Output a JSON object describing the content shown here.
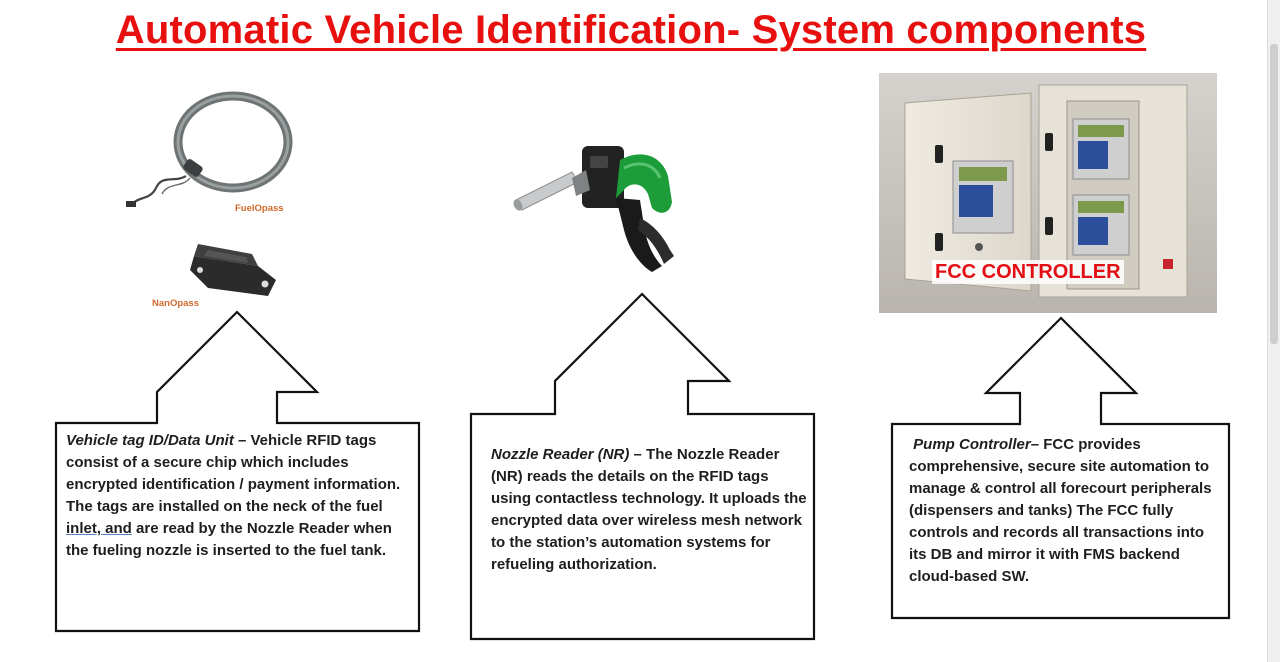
{
  "title": "Automatic Vehicle Identification- System components",
  "components": {
    "tag": {
      "labels": {
        "fuelopass": "FuelOpass",
        "nanopass": "NanOpass"
      },
      "lead": "Vehicle tag ID/Data Unit",
      "text_a": " – Vehicle RFID tags consist of a secure chip which includes encrypted identification / payment information. The tags are installed on the neck of the fuel ",
      "text_link": "inlet, and",
      "text_b": " are read by the Nozzle Reader when the fueling nozzle is inserted to the fuel tank."
    },
    "nozzle": {
      "lead": "Nozzle Reader (NR)",
      "text": " – The Nozzle Reader (NR) reads the details on the RFID tags using contactless technology. It uploads the encrypted data over wireless mesh network to the station’s automation systems for refueling authorization."
    },
    "controller": {
      "image_label": "FCC CONTROLLER",
      "lead": "Pump Controller",
      "text": "– FCC provides comprehensive, secure site automation to manage & control all forecourt peripherals (dispensers and tanks) The FCC fully controls and records all transactions into its DB and mirror it with FMS backend cloud-based SW."
    }
  }
}
